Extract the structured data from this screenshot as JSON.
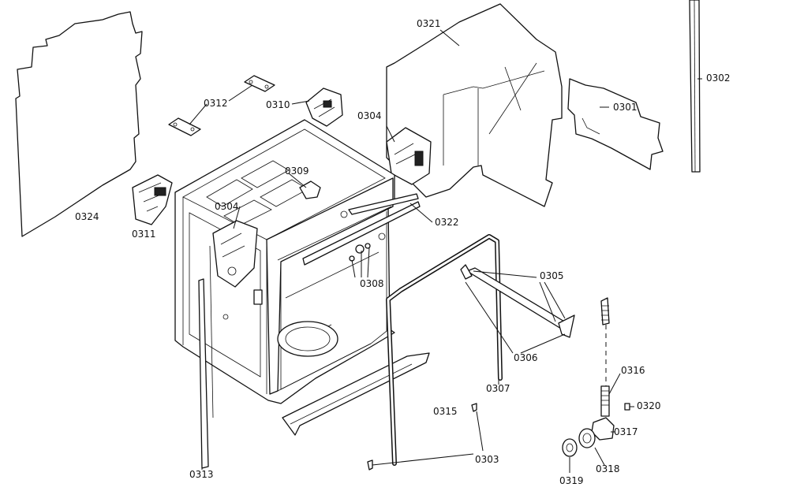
{
  "diagram": {
    "labels": {
      "p0321": "0321",
      "p0302": "0302",
      "p0301": "0301",
      "p0312": "0312",
      "p0310": "0310",
      "p0304a": "0304",
      "p0309": "0309",
      "p0304b": "0304",
      "p0324": "0324",
      "p0311": "0311",
      "p0322": "0322",
      "p0308": "0308",
      "p0305": "0305",
      "p0306": "0306",
      "p0307": "0307",
      "p0316": "0316",
      "p0315": "0315",
      "p0320": "0320",
      "p0317": "0317",
      "p0303": "0303",
      "p0318": "0318",
      "p0313": "0313",
      "p0319": "0319"
    }
  }
}
